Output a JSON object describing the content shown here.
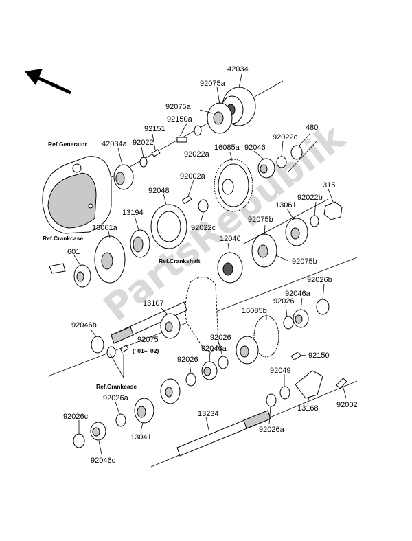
{
  "watermark": "PartsRepublik",
  "refs": {
    "generator": "Ref.Generator",
    "crankcase_top": "Ref.Crankcase",
    "crankshaft": "Ref.Crankshaft",
    "crankcase_bottom": "Ref.Crankcase"
  },
  "note_years": "(' 01~' 02)",
  "labels": {
    "p42034": "42034",
    "p92075a": "92075a",
    "p92075a_2": "92075a",
    "p92150a": "92150a",
    "p92151": "92151",
    "p92022a": "92022a",
    "p42034a": "42034a",
    "p92022": "92022",
    "p16085a": "16085a",
    "p92046": "92046",
    "p92022c": "92022c",
    "p480": "480",
    "p92002a": "92002a",
    "p92048": "92048",
    "p13194": "13194",
    "p92022c_2": "92022c",
    "p315": "315",
    "p92022b": "92022b",
    "p13061": "13061",
    "p92075b": "92075b",
    "p13061a": "13061a",
    "p12046": "12046",
    "p92075b_2": "92075b",
    "p601": "601",
    "p13107": "13107",
    "p92026b": "92026b",
    "p92046a": "92046a",
    "p92026": "92026",
    "p16085b": "16085b",
    "p92046b": "92046b",
    "p92075": "92075",
    "p92026_2": "92026",
    "p92046a_2": "92046a",
    "p92026_3": "92026",
    "p92150": "92150",
    "p92049": "92049",
    "p13168": "13168",
    "p92002": "92002",
    "p92026a": "92026a",
    "p92026c": "92026c",
    "p13041": "13041",
    "p13234": "13234",
    "p92026a_2": "92026a",
    "p92046c": "92046c"
  }
}
